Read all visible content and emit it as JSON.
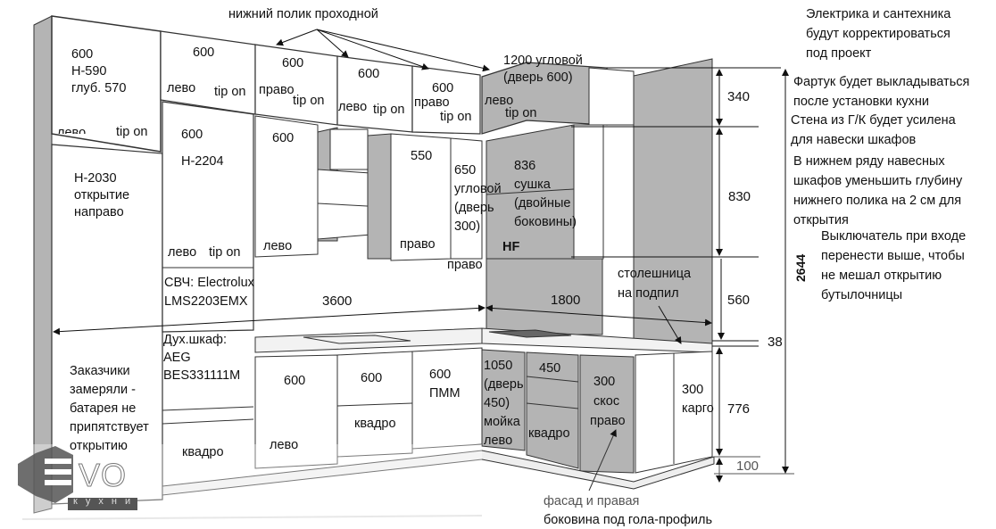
{
  "top_note": "нижний полик проходной",
  "upper_row": [
    {
      "size": "600\nН-590\nглуб. 570",
      "hinge": "лево",
      "mech": "tip on"
    },
    {
      "size": "600",
      "hinge": "лево",
      "mech": "tip on"
    },
    {
      "size": "600",
      "hinge": "право",
      "mech": "tip on"
    },
    {
      "size": "600",
      "hinge": "лево",
      "mech": "tip on"
    },
    {
      "size": "600",
      "hinge": "право",
      "mech": "tip on"
    },
    {
      "size": "1200 угловой\n(дверь 600)",
      "hinge": "лево",
      "mech": "tip on"
    }
  ],
  "tall_left": {
    "text": "Н-2030\nоткрытие\nнаправо"
  },
  "tall_center": {
    "size": "600\nН-2204",
    "hinge": "лево",
    "mech": "tip on"
  },
  "microwave": "СВЧ: Electrolux\nLMS2203EMX",
  "oven": "Дух.шкаф:\nAEG\nBES331111M",
  "oven_bottom": "квадро",
  "battery_note": "Заказчики\nзамеряли -\nбатарея не\nприпятствует\nоткрытию",
  "wall_row": [
    {
      "size": "600",
      "hinge": "лево"
    },
    {
      "size": "550",
      "hinge": "право"
    },
    {
      "size": "650\nугловой\n(дверь\n300)",
      "hinge": "право"
    },
    {
      "size": "836\nсушка\n(двойные\nбоковины)",
      "extra": "HF"
    }
  ],
  "base_row": [
    {
      "size": "600",
      "hinge": "лево"
    },
    {
      "size": "600",
      "hinge": "квадро"
    },
    {
      "size": "600\nПММ"
    },
    {
      "size": "1050\n(дверь\n450)\nмойка\nлево"
    },
    {
      "size": "450",
      "hinge": "квадро"
    },
    {
      "size": "300\nскос",
      "hinge": "право"
    },
    {
      "size": "300\nкарго"
    }
  ],
  "dimensions": {
    "run_left": "3600",
    "run_right": "1800",
    "h_upper": "340",
    "h_wall": "830",
    "h_backsplash": "560",
    "h_countertop": "38",
    "h_base": "776",
    "h_plinth": "100",
    "h_total": "2644"
  },
  "countertop_note": "столешница\nна подпил",
  "bottom_note": [
    "фасад и правая",
    "боковина под гола-профиль"
  ],
  "notes": [
    "Электрика и сантехника\nбудут корректироваться\nпод проект",
    "Фартук будет выкладываться\nпосле установки кухни",
    "Стена из Г/К будет усилена\nдля навески шкафов",
    "В нижнем ряду навесных\nшкафов уменьшить глубину\nнижнего полика на 2 см для\nоткрытия",
    "Выключатель при входе\nперенести выше, чтобы\nне мешал открытию\nбутылочницы"
  ],
  "logo": {
    "brand": "VO",
    "sub": "кухни"
  },
  "colors": {
    "panel_gray": "#b4b4b4",
    "line": "#333333",
    "shade": "#9a9a9a"
  }
}
